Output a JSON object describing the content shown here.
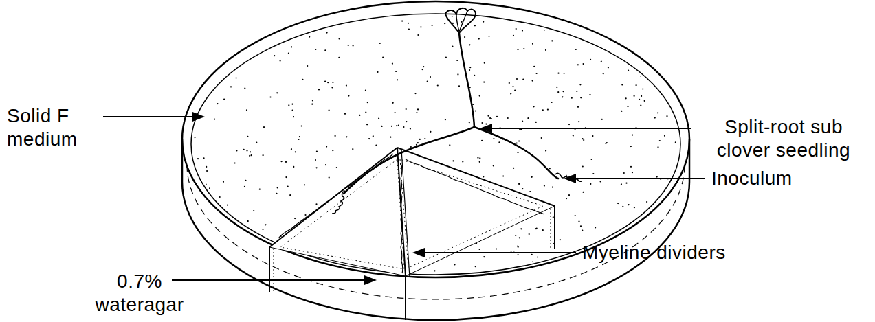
{
  "diagram": {
    "labels": [
      "Split-root sub clover seedling",
      "Solid F medium",
      "Inoculum",
      "Myeline dividers",
      "0.7% wateragar"
    ]
  }
}
